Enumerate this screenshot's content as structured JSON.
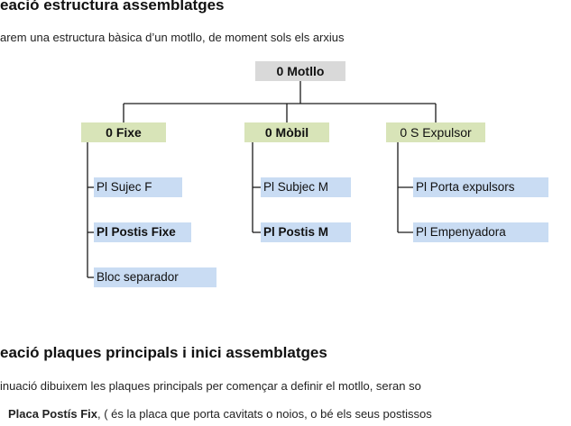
{
  "section1": {
    "heading": "eació estructura assemblatges",
    "intro": "arem una estructura bàsica d’un motllo, de moment sols els arxius"
  },
  "diagram": {
    "root": "0 Motllo",
    "groups": [
      {
        "label": "0 Fixe",
        "leaves": [
          {
            "label": "Pl Sujec F",
            "bold": false
          },
          {
            "label": "Pl Postis Fixe",
            "bold": true
          },
          {
            "label": "Bloc separador",
            "bold": false
          }
        ]
      },
      {
        "label": "0 Mòbil",
        "leaves": [
          {
            "label": "Pl Subjec M",
            "bold": false
          },
          {
            "label": "Pl Postis M",
            "bold": true
          }
        ]
      },
      {
        "label": "0 S Expulsor",
        "leaves": [
          {
            "label": "Pl Porta expulsors",
            "bold": false
          },
          {
            "label": "Pl Empenyadora",
            "bold": false
          }
        ]
      }
    ],
    "colors": {
      "root_fill": "#d9d9d9",
      "group_fill": "#d8e4b8",
      "leaf_fill": "#c9dcf3",
      "line": "#1a1a1a"
    }
  },
  "section2": {
    "heading": "eació plaques principals i inici assemblatges",
    "intro": "inuació dibuixem  les plaques principals per començar a definir el motllo, seran so",
    "item_bold": "Placa Postís Fix",
    "item_rest": ", ( és la placa que porta cavitats o noios, o bé els seus postissos"
  }
}
